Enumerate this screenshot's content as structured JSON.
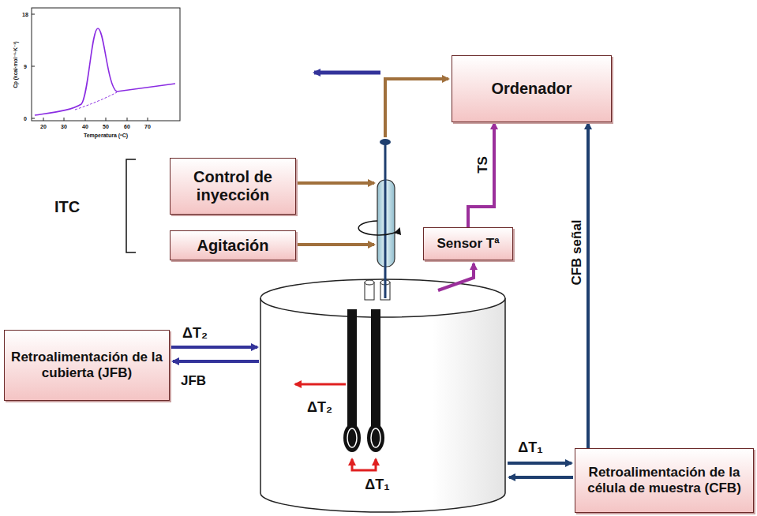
{
  "diagram": {
    "nodes": [
      {
        "text": [
          "Ordenador"
        ]
      },
      {
        "text": [
          "Control de inyección"
        ]
      },
      {
        "text": [
          "Agitación"
        ]
      },
      {
        "text": [
          "Sensor Tª"
        ]
      },
      {
        "text": [
          "Retroalimentación de la cubierta (JFB)"
        ]
      },
      {
        "text": [
          "Retroalimentación de la célula de muestra (CFB)"
        ]
      }
    ],
    "edges": [
      {
        "from": 3,
        "to": 0,
        "label": "TS",
        "arrow": "to"
      },
      {
        "from": 5,
        "to": 0,
        "label": "CFB señal",
        "arrow": "to"
      }
    ],
    "labels": [
      "18",
      "9",
      "0",
      "20",
      "30",
      "40",
      "50",
      "60",
      "70",
      "Temperatura (ºC)",
      "Cp (kcal·mol⁻¹·K⁻¹)",
      "ITC",
      "ΔT₂",
      "JFB",
      "ΔT₂",
      "ΔT₁",
      "ΔT₁"
    ]
  }
}
